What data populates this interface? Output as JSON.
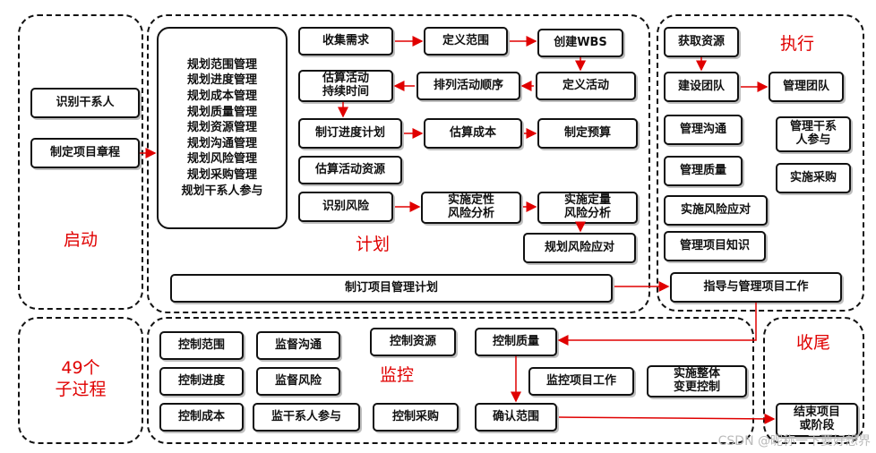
{
  "groups": {
    "initiating": "启动",
    "planning": "计划",
    "executing": "执行",
    "monitoring": "监控",
    "closing": "收尾",
    "count": "49个\n子过程"
  },
  "initiating": {
    "identify_stakeholders": "识别干系人",
    "develop_charter": "制定项目章程"
  },
  "planning": {
    "plan_list": [
      "规划范围管理",
      "规划进度管理",
      "规划成本管理",
      "规划质量管理",
      "规划资源管理",
      "规划沟通管理",
      "规划风险管理",
      "规划采购管理",
      "规划干系人参与"
    ],
    "collect_requirements": "收集需求",
    "define_scope": "定义范围",
    "create_wbs": "创建WBS",
    "estimate_durations": "估算活动\n持续时间",
    "sequence_activities": "排列活动顺序",
    "define_activities": "定义活动",
    "develop_schedule": "制订进度计划",
    "estimate_costs": "估算成本",
    "determine_budget": "制定预算",
    "estimate_resources": "估算活动资源",
    "identify_risks": "识别风险",
    "qualitative_risk": "实施定性\n风险分析",
    "quantitative_risk": "实施定量\n风险分析",
    "plan_risk_responses": "规划风险应对",
    "develop_pm_plan": "制订项目管理计划"
  },
  "executing": {
    "acquire_resources": "获取资源",
    "develop_team": "建设团队",
    "manage_team": "管理团队",
    "manage_communications": "管理沟通",
    "manage_stakeholder_engagement": "管理干系\n人参与",
    "manage_quality": "管理质量",
    "conduct_procurements": "实施采购",
    "implement_risk_responses": "实施风险应对",
    "manage_knowledge": "管理项目知识",
    "direct_manage_work": "指导与管理项目工作"
  },
  "monitoring": {
    "control_scope": "控制范围",
    "monitor_communications": "监督沟通",
    "control_resources": "控制资源",
    "control_quality": "控制质量",
    "control_schedule": "控制进度",
    "monitor_risks": "监督风险",
    "monitor_work": "监控项目工作",
    "integrated_change_control": "实施整体\n变更控制",
    "control_costs": "控制成本",
    "monitor_stakeholder_engagement": "监干系人参与",
    "control_procurements": "控制采购",
    "validate_scope": "确认范围"
  },
  "closing": {
    "close_project": "结束项目\n或阶段"
  },
  "watermark": "CSDN @昵称一下要好想界",
  "colors": {
    "arrow": "#e00000",
    "label": "#e00000",
    "border": "#111111"
  }
}
